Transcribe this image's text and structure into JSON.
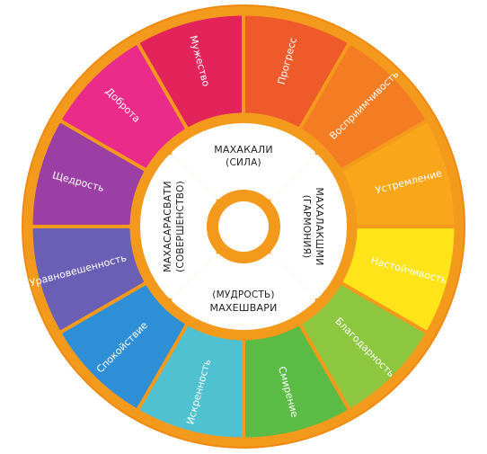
{
  "wheel": {
    "ring_color": "#f39a1c",
    "ring_stroke": "#ef8a12",
    "inner_fill": "#ffffff",
    "segments": [
      {
        "label": "Прогресс",
        "color": "#ef5a2a"
      },
      {
        "label": "Восприимчивость",
        "color": "#f47c22"
      },
      {
        "label": "Устремление",
        "color": "#f9a61a"
      },
      {
        "label": "Настойчивость",
        "color": "#ffe41a"
      },
      {
        "label": "Благодарность",
        "color": "#8dc63f"
      },
      {
        "label": "Смирение",
        "color": "#5bbc45"
      },
      {
        "label": "Искренность",
        "color": "#4fc1d0"
      },
      {
        "label": "Спокойствие",
        "color": "#2f8fd6"
      },
      {
        "label": "Уравновешенность",
        "color": "#6b5fb5"
      },
      {
        "label": "Щедрость",
        "color": "#9b3fa5"
      },
      {
        "label": "Доброта",
        "color": "#ea2b8a"
      },
      {
        "label": "Мужество",
        "color": "#e3245a"
      }
    ],
    "inner": {
      "top": {
        "line1": "МАХАКАЛИ",
        "line2": "(СИЛА)"
      },
      "right": {
        "line1": "МАХАЛАКШМИ",
        "line2": "(ГАРМОНИЯ)"
      },
      "bottom": {
        "line1": "(МУДРОСТЬ)",
        "line2": "МАХЕШВАРИ"
      },
      "left": {
        "line1": "МАХАСАРАСВАТИ",
        "line2": "(СОВЕРШЕНСТВО)"
      }
    }
  }
}
